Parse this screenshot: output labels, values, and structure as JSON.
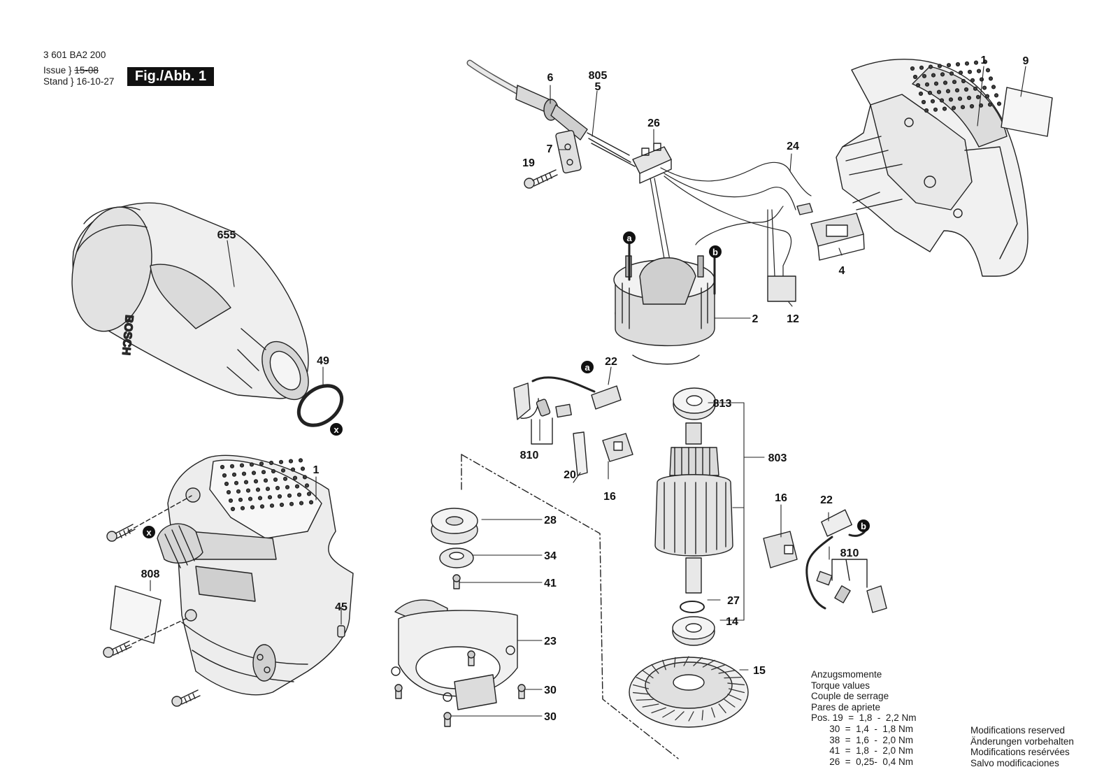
{
  "header": {
    "part_number": "3 601 BA2 200",
    "issue_label": "Issue",
    "issue_value": "15-08",
    "stand_label": "Stand",
    "stand_value": "16-10-27",
    "figure_tag": "Fig./Abb. 1"
  },
  "callouts": {
    "c6": "6",
    "c805": "805",
    "c5": "5",
    "c26": "26",
    "c7": "7",
    "c19": "19",
    "c24": "24",
    "c1_top": "1",
    "c9": "9",
    "c655": "655",
    "c_a1": "a",
    "c_b1": "b",
    "c4": "4",
    "c2": "2",
    "c12": "12",
    "c49": "49",
    "c_x1": "x",
    "c22_top": "22",
    "c_a2": "a",
    "c810_left": "810",
    "c20": "20",
    "c16_left": "16",
    "c813": "813",
    "c803": "803",
    "c16_right": "16",
    "c22_right": "22",
    "c_b2": "b",
    "c810_right": "810",
    "c27": "27",
    "c14": "14",
    "c15": "15",
    "c1_bottom": "1",
    "c_x2": "x",
    "c808": "808",
    "c45": "45",
    "c28": "28",
    "c34": "34",
    "c41": "41",
    "c23": "23",
    "c30a": "30",
    "c30b": "30"
  },
  "torque_table": {
    "heading": [
      "Anzugsmomente",
      "Torque values",
      "Couple de serrage",
      "Pares de apriete"
    ],
    "rows": [
      "Pos. 19  =  1,8  -  2,2 Nm",
      "       30  =  1,4  -  1,8 Nm",
      "       38  =  1,6  -  2,0 Nm",
      "       41  =  1,8  -  2,0 Nm",
      "       26  =  0,25-  0,4 Nm"
    ]
  },
  "modifications": [
    "Modifications reserved",
    "Änderungen vorbehalten",
    "Modifications resérvées",
    "Salvo modificaciones"
  ]
}
